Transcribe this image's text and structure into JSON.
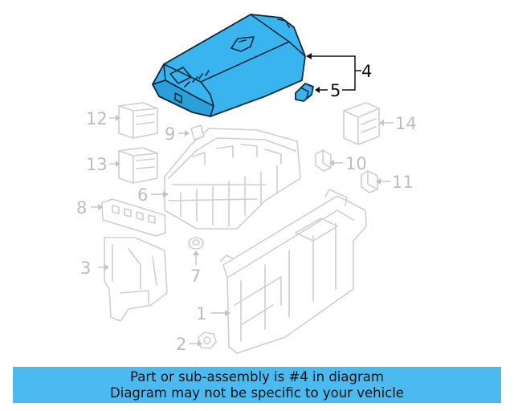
{
  "banner": {
    "line1": "Part or sub-assembly is #4 in diagram",
    "line2": "Diagram may not be specific to your vehicle"
  },
  "callouts": {
    "c1": "1",
    "c2": "2",
    "c3": "3",
    "c4": "4",
    "c5": "5",
    "c6": "6",
    "c7": "7",
    "c8": "8",
    "c9": "9",
    "c10": "10",
    "c11": "11",
    "c12": "12",
    "c13": "13",
    "c14": "14"
  },
  "highlight_part": "4",
  "colors": {
    "highlight_fill": "#3ab4ef",
    "banner_background": "#4bbaf0",
    "outline_dark": "#0a2a40",
    "faded_part_stroke": "#cfcfcf"
  }
}
